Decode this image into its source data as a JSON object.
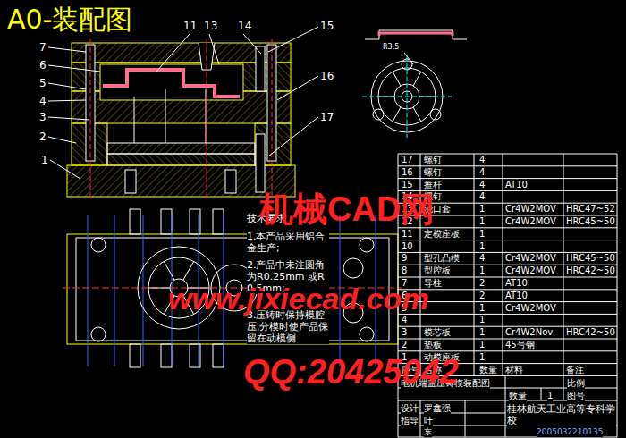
{
  "diagram": {
    "title": "A0-装配图",
    "labels": [
      "7",
      "6",
      "5",
      "4",
      "3",
      "2",
      "1",
      "11",
      "13",
      "14",
      "15",
      "16",
      "17",
      "R3.5",
      "技术要求",
      "1.本产品采用铝合金生产;",
      "2.产品中未注圆角为R0.25mm 或R0.5mm;",
      "3.压铸时保持模腔压,分模时使产品保留在动模侧",
      "17",
      "螺钉",
      "4",
      "16",
      "螺钉",
      "4",
      "15",
      "推杆",
      "4",
      "AT10",
      "14",
      "螺钉",
      "4",
      "13",
      "浇口套",
      "1",
      "Cr4W2MOV",
      "HRC47~52",
      "12",
      "1",
      "Cr4W2MOV",
      "HRC45~50",
      "11",
      "定模座板",
      "1",
      "10",
      "1",
      "9",
      "型孔凸模",
      "4",
      "Cr4W2MOV",
      "HRC45~50",
      "8",
      "型腔板",
      "1",
      "Cr4W2MOV",
      "HRC42~50",
      "7",
      "导柱",
      "2",
      "AT10",
      "6",
      "2",
      "AT10",
      "5",
      "1",
      "Cr4W2MOV",
      "4",
      "1",
      "3",
      "模芯板",
      "1",
      "Cr4W2Nov",
      "HRC42~50",
      "2",
      "垫板",
      "1",
      "45号钢",
      "1",
      "动模座板",
      "1",
      "序号",
      "名称",
      "数量",
      "材料",
      "备注",
      "电机端盖压铸模装配图",
      "比例",
      "数量",
      "1",
      "图号",
      "设计",
      "罗鑫强",
      "指导",
      "叶",
      "东",
      "桂林航天工业高等专科学校",
      "2005032210135",
      "机械CAD网",
      "www.jixiecad.com",
      "QQ:20425042"
    ]
  }
}
